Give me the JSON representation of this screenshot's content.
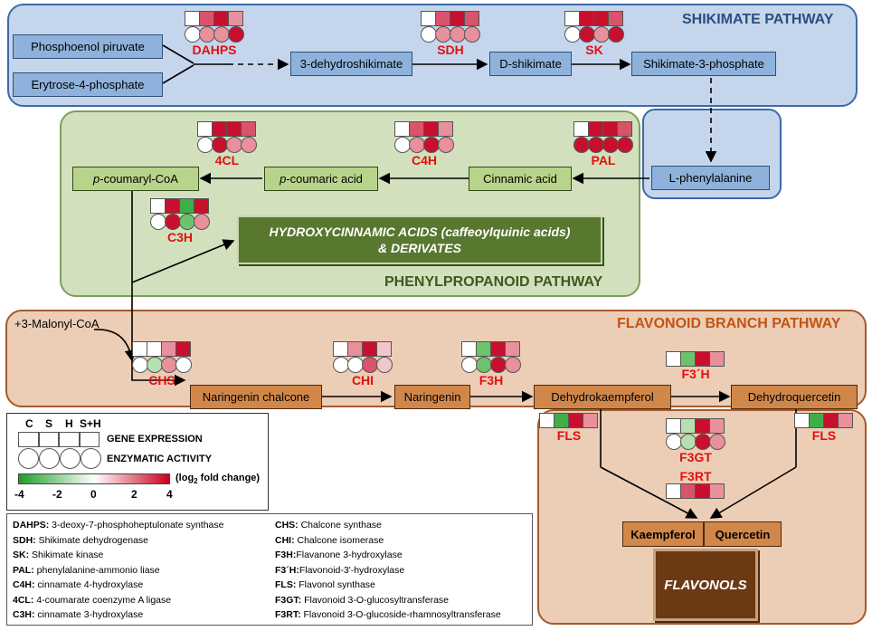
{
  "panels": {
    "shikimate": "SHIKIMATE PATHWAY",
    "phenylpropanoid": "PHENYLPROPANOID  PATHWAY",
    "flavonoid": "FLAVONOID BRANCH PATHWAY"
  },
  "nodes": {
    "pep": "Phosphoenol piruvate",
    "e4p": "Erytrose-4-phosphate",
    "dhs": "3-dehydroshikimate",
    "ds": "D-shikimate",
    "s3p": "Shikimate-3-phosphate",
    "lphe": "L-phenylalanine",
    "cinn": "Cinnamic acid",
    "pcoum_prefix": "p",
    "pcoum_rest": "-coumaric acid",
    "pcoa_prefix": "p",
    "pcoa_rest": "-coumaryl-CoA",
    "hca_line1": "HYDROXYCINNAMIC ACIDS (caffeoylquinic acids)",
    "hca_line2": "& DERIVATES",
    "malonyl": "+3-Malonyl-CoA",
    "narchal": "Naringenin chalcone",
    "nar": "Naringenin",
    "dhk": "Dehydrokaempferol",
    "dhq": "Dehydroquercetin",
    "kaem": "Kaempferol",
    "quer": "Quercetin",
    "flavonols": "FLAVONOLS"
  },
  "colors": {
    "white": "#ffffff",
    "pink_light": "#f2c6cc",
    "pink": "#e8909c",
    "red_mid": "#d9536a",
    "red": "#c8102e",
    "red_dark": "#b0001e",
    "green": "#6cc36c",
    "green_light": "#b7e0b2",
    "green_dark": "#3fae49"
  },
  "enzymes": [
    {
      "id": "DAHPS",
      "label": "DAHPS",
      "sq": [
        "white",
        "red_mid",
        "red",
        "pink"
      ],
      "ci": [
        "white",
        "pink",
        "pink",
        "red"
      ]
    },
    {
      "id": "SDH",
      "label": "SDH",
      "sq": [
        "white",
        "red_mid",
        "red",
        "red_mid"
      ],
      "ci": [
        "white",
        "pink",
        "pink",
        "pink"
      ]
    },
    {
      "id": "SK",
      "label": "SK",
      "sq": [
        "white",
        "red",
        "red",
        "red_mid"
      ],
      "ci": [
        "white",
        "red",
        "pink",
        "red"
      ]
    },
    {
      "id": "4CL",
      "label": "4CL",
      "sq": [
        "white",
        "red",
        "red",
        "red_mid"
      ],
      "ci": [
        "white",
        "red",
        "pink",
        "pink"
      ]
    },
    {
      "id": "C4H",
      "label": "C4H",
      "sq": [
        "white",
        "red_mid",
        "red",
        "pink"
      ],
      "ci": [
        "white",
        "pink",
        "red",
        "pink"
      ]
    },
    {
      "id": "PAL",
      "label": "PAL",
      "sq": [
        "white",
        "red",
        "red",
        "red_mid"
      ],
      "ci": [
        "red",
        "red",
        "red",
        "red"
      ]
    },
    {
      "id": "C3H",
      "label": "C3H",
      "sq": [
        "white",
        "red",
        "green_dark",
        "red"
      ],
      "ci": [
        "white",
        "red",
        "green",
        "pink"
      ]
    },
    {
      "id": "CHS",
      "label": "CHS",
      "sq": [
        "white",
        "white",
        "pink",
        "red"
      ],
      "ci": [
        "white",
        "green_light",
        "pink",
        "white"
      ]
    },
    {
      "id": "CHI",
      "label": "CHI",
      "sq": [
        "white",
        "pink",
        "red",
        "pink_light"
      ],
      "ci": [
        "white",
        "white",
        "red_mid",
        "pink_light"
      ]
    },
    {
      "id": "F3H",
      "label": "F3H",
      "sq": [
        "white",
        "green",
        "red",
        "pink"
      ],
      "ci": [
        "white",
        "green",
        "red",
        "pink"
      ]
    },
    {
      "id": "F3H2",
      "label": "F3´H",
      "sq": [
        "white",
        "green",
        "red",
        "pink"
      ],
      "ci": []
    },
    {
      "id": "FLS1",
      "label": "FLS",
      "sq": [
        "white",
        "green_dark",
        "red",
        "pink"
      ],
      "ci": []
    },
    {
      "id": "F3GT",
      "label": "F3GT",
      "sq": [
        "white",
        "green_light",
        "red",
        "pink"
      ],
      "ci": [
        "white",
        "green_light",
        "red",
        "pink"
      ]
    },
    {
      "id": "FLS2",
      "label": "FLS",
      "sq": [
        "white",
        "green_dark",
        "red",
        "pink"
      ],
      "ci": []
    },
    {
      "id": "F3RT",
      "label": "F3RT",
      "sq": [
        "white",
        "red_mid",
        "red",
        "pink"
      ],
      "ci": []
    }
  ],
  "legend": {
    "cols": [
      "C",
      "S",
      "H",
      "S+H"
    ],
    "gene": "GENE EXPRESSION",
    "activity": "ENZYMATIC ACTIVITY",
    "scale_label_pre": "(log",
    "scale_label_sub": "2",
    "scale_label_post": " fold change)",
    "ticks": [
      "-4",
      "-2",
      "0",
      "2",
      "4"
    ]
  },
  "abbreviations": {
    "left": [
      {
        "k": "DAHPS:",
        "v": " 3-deoxy-7-phosphoheptulonate synthase"
      },
      {
        "k": "SDH:",
        "v": " Shikimate dehydrogenase"
      },
      {
        "k": "SK:",
        "v": " Shikimate kinase"
      },
      {
        "k": "PAL:",
        "v": " phenylalanine-ammonio liase"
      },
      {
        "k": "C4H:",
        "v": " cinnamate 4-hydroxylase"
      },
      {
        "k": "4CL:",
        "v": " 4-coumarate coenzyme A ligase"
      },
      {
        "k": "C3H:",
        "v": " cinnamate 3-hydroxylase"
      }
    ],
    "right": [
      {
        "k": "CHS:",
        "v": " Chalcone synthase"
      },
      {
        "k": "CHI:",
        "v": " Chalcone isomerase"
      },
      {
        "k": "F3H:",
        "v": "Flavanone 3-hydroxylase"
      },
      {
        "k": "F3´H:",
        "v": "Flavonoid-3'-hydroxylase"
      },
      {
        "k": "FLS:",
        "v": " Flavonol synthase"
      },
      {
        "k": "F3GT:",
        "v": " Flavonoid 3-O-glucosyltransferase"
      },
      {
        "k": "F3RT:",
        "v": " Flavonoid 3-O-glucoside-rhamnosyltransferase"
      }
    ]
  }
}
